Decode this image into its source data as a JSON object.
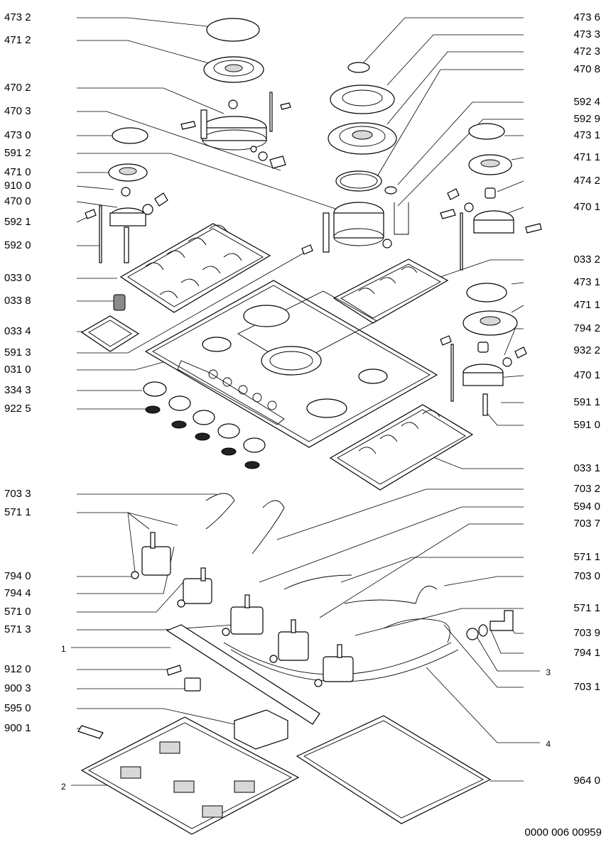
{
  "left_labels": [
    "473 2",
    "471 2",
    "470 2",
    "470 3",
    "473 0",
    "591 2",
    "471 0",
    "910 0",
    "470 0",
    "592 1",
    "592 0",
    "033 0",
    "033 8",
    "033 4",
    "591 3",
    "031 0",
    "334 3",
    "922 5",
    "703 3",
    "571 1",
    "794 0",
    "794 4",
    "571 0",
    "571 3",
    "1",
    "912 0",
    "900 3",
    "595 0",
    "900 1",
    "2"
  ],
  "right_labels": [
    "473 6",
    "473 3",
    "472 3",
    "470 8",
    "592 4",
    "592 9",
    "473 1",
    "471 1",
    "474 2",
    "470 1",
    "033 2",
    "473 1",
    "471 1",
    "794 2",
    "932 2",
    "470 1",
    "591 1",
    "591 0",
    "033 1",
    "703 2",
    "594 0",
    "703 7",
    "571 1",
    "703 0",
    "571 1",
    "703 9",
    "794 1",
    "3",
    "703 1",
    "4",
    "964 0"
  ],
  "drawing_number": "0000 006 00959"
}
